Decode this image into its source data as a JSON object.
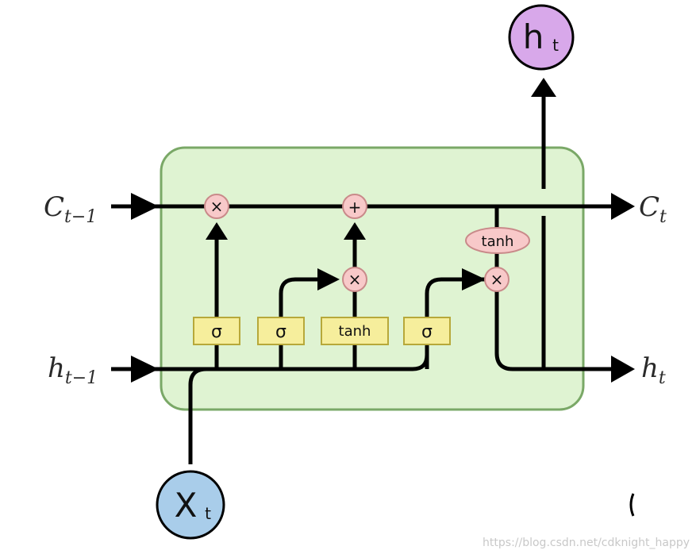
{
  "inputs": {
    "c_prev": {
      "main": "C",
      "sub": "t−1"
    },
    "h_prev": {
      "main": "h",
      "sub": "t−1"
    },
    "x_t": {
      "main": "X",
      "sub": "t"
    }
  },
  "outputs": {
    "c_t": {
      "main": "C",
      "sub": "t"
    },
    "h_t_right": {
      "main": "h",
      "sub": "t"
    },
    "h_t_top": {
      "main": "h",
      "sub": "t"
    }
  },
  "ops": {
    "forget_mul": "×",
    "cell_add": "+",
    "input_mul": "×",
    "output_mul": "×",
    "cell_tanh": "tanh"
  },
  "gates": {
    "forget": "σ",
    "input": "σ",
    "candidate": "tanh",
    "output": "σ"
  },
  "watermark": "https://blog.csdn.net/cdknight_happy",
  "colors": {
    "cell_fill": "#dff3d2",
    "cell_stroke": "#7aa867",
    "gate_fill": "#f6ee9c",
    "gate_stroke": "#b7a83a",
    "op_fill": "#f8c9c9",
    "op_stroke": "#c98a8a",
    "h_circle_fill": "#d8a8ea",
    "x_circle_fill": "#a9cdea",
    "line": "#000000"
  }
}
